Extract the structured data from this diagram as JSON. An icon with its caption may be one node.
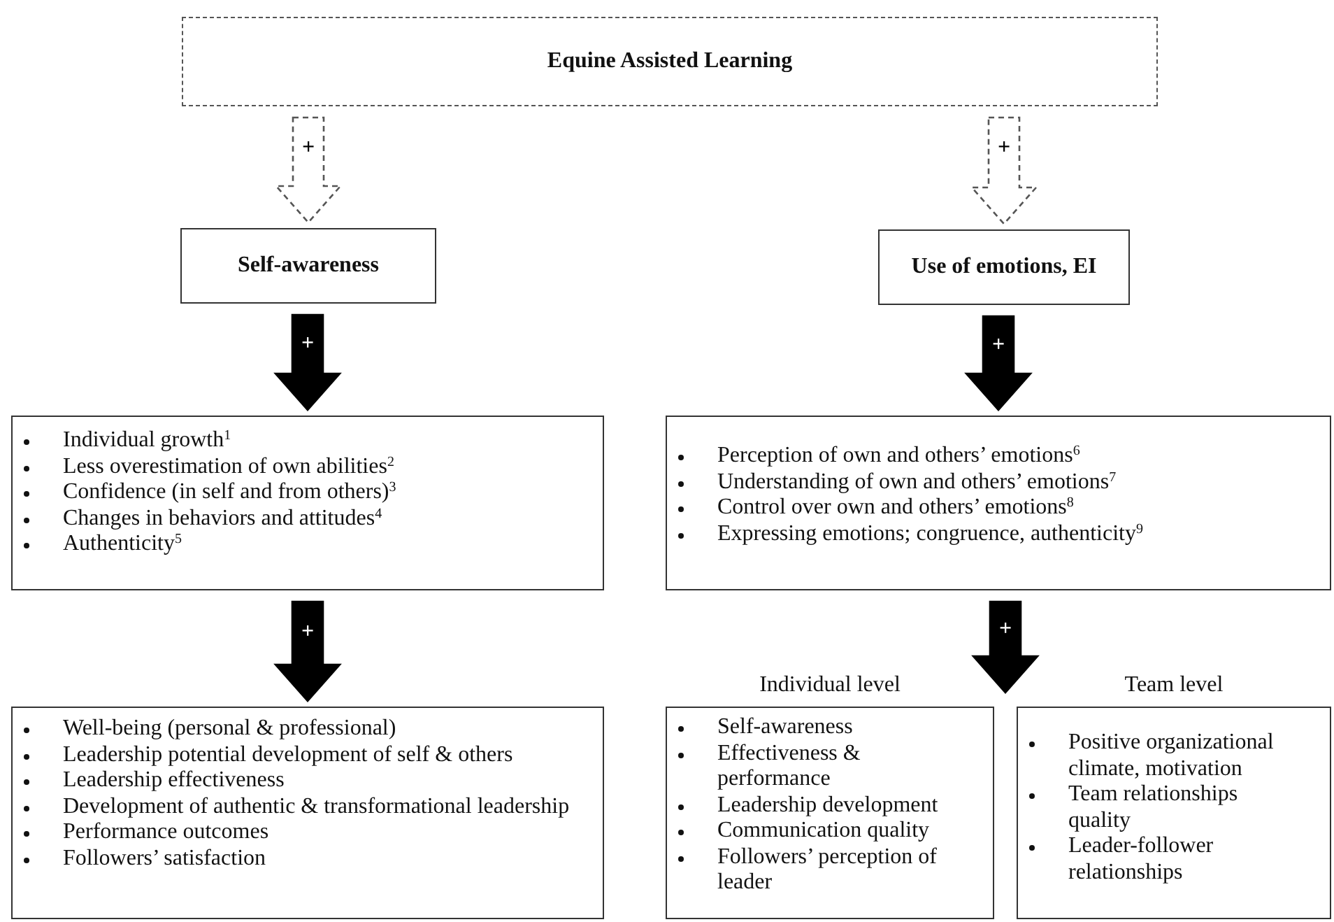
{
  "diagram": {
    "nodes": [
      {
        "text": [
          "Equine Assisted Learning"
        ]
      },
      {
        "text": [
          "Self-awareness"
        ]
      },
      {
        "text": [
          "Use of emotions, EI"
        ]
      },
      {
        "text": [
          "Individual growth$^{1}$",
          "Less overestimation of own abilities$^{2}$",
          "Confidence (in self and from others)$^{3}$",
          "Changes in behaviors and attitudes$^{4}$",
          "Authenticity$^{5}$"
        ]
      },
      {
        "text": [
          "Perception of own and others’ emotions$^{6}$",
          "Understanding of own and others’ emotions$^{7}$",
          "Control over own and others’ emotions$^{8}$",
          "Expressing emotions; congruence, authenticity$^{9}$"
        ]
      },
      {
        "text": [
          "Well-being (personal & professional)",
          "Leadership potential development of self & others",
          "Leadership effectiveness",
          "Development of authentic & transformational leadership",
          "Performance outcomes",
          "Followers’ satisfaction"
        ]
      },
      {
        "text": [
          "Individual level",
          "Self-awareness",
          "Effectiveness & performance",
          "Leadership development",
          "Communication quality",
          "Followers’ perception of leader"
        ]
      },
      {
        "text": [
          "Team level",
          "Positive organizational climate, motivation",
          "Team relationships quality",
          "Leader-follower relationships"
        ]
      }
    ],
    "edges": [
      {
        "from": 0,
        "to": 1,
        "arrow": "to",
        "label": "+",
        "style": "dashed"
      },
      {
        "from": 0,
        "to": 2,
        "arrow": "to",
        "label": "+",
        "style": "dashed"
      },
      {
        "from": 1,
        "to": 3,
        "arrow": "to",
        "label": "+",
        "style": "thick"
      },
      {
        "from": 2,
        "to": 4,
        "arrow": "to",
        "label": "+",
        "style": "thick"
      },
      {
        "from": 3,
        "to": 5,
        "arrow": "to",
        "label": "+",
        "style": "thick"
      },
      {
        "from": 4,
        "to": 6,
        "arrow": "to",
        "label": "+",
        "style": "thick"
      },
      {
        "from": 4,
        "to": 7,
        "arrow": "to",
        "style": "thick"
      }
    ]
  }
}
